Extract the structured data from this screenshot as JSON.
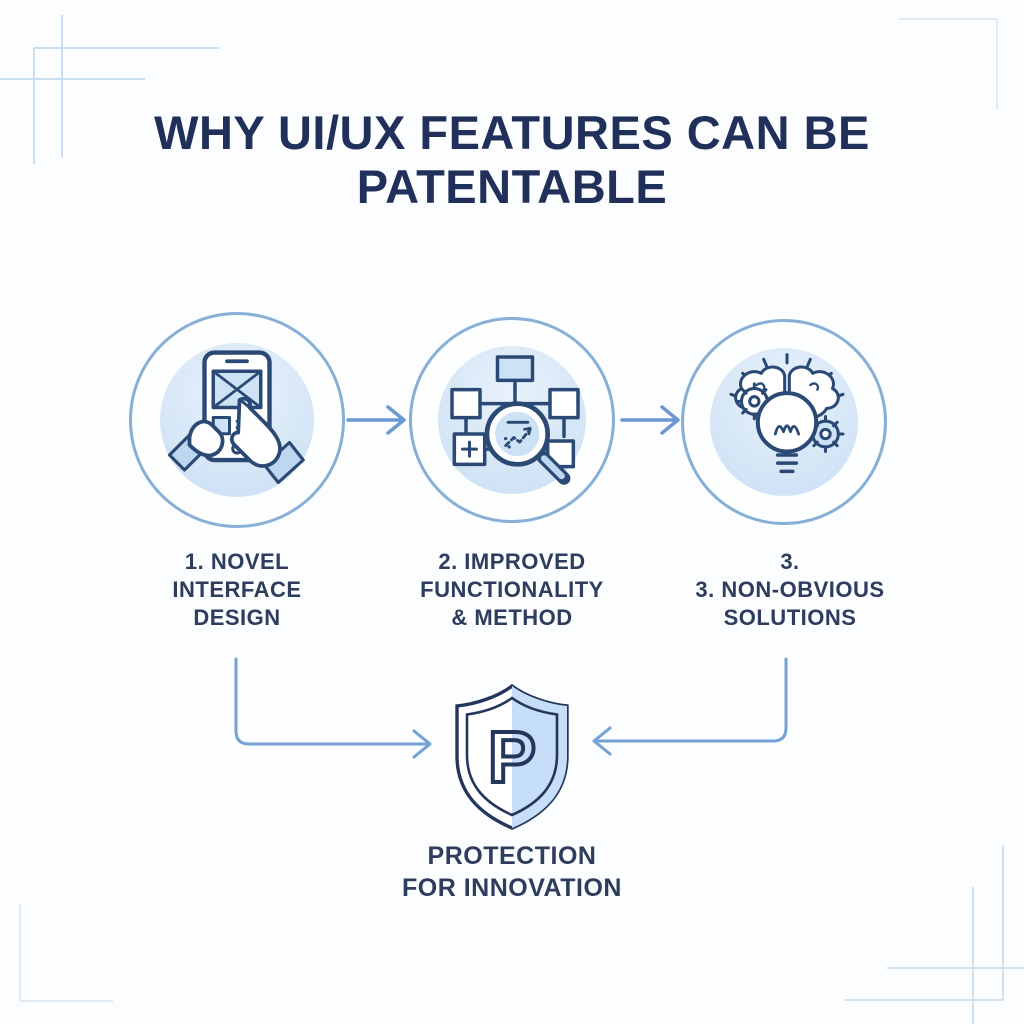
{
  "title": {
    "line1": "WHY UI/UX FEATURES CAN",
    "line2": "BE PATENTABLE"
  },
  "steps": [
    {
      "icon": "tablet-wireframe-hands-icon",
      "label_lines": [
        "1. NOVEL",
        "INTERFACE",
        "DESIGN"
      ]
    },
    {
      "icon": "flowchart-magnifier-icon",
      "label_lines": [
        "2. IMPROVED",
        "FUNCTIONALITY",
        "& METHOD"
      ]
    },
    {
      "icon": "brain-gears-lightbulb-icon",
      "label_lines": [
        "3.",
        "3. NON-OBVIOUS",
        "SOLUTIONS"
      ]
    }
  ],
  "result": {
    "shield_letter": "P",
    "caption_line1": "PROTECTION",
    "caption_line2": "FOR INNOVATION"
  },
  "colors": {
    "background": "#fbfdfe",
    "title_navy": "#20305a",
    "label_navy": "#2e3c5e",
    "icon_stroke_navy": "#2a4a75",
    "icon_fill_light_blue": "#cde2f5",
    "circle_ring_blue": "#88b0d6",
    "circle_fill_blue": "#d2e4f6",
    "arrow_blue": "#6b98d2",
    "connector_blue": "#74a1d6",
    "corner_decor_blue": "#cadef1",
    "shield_half_fill": "#c6def7"
  }
}
